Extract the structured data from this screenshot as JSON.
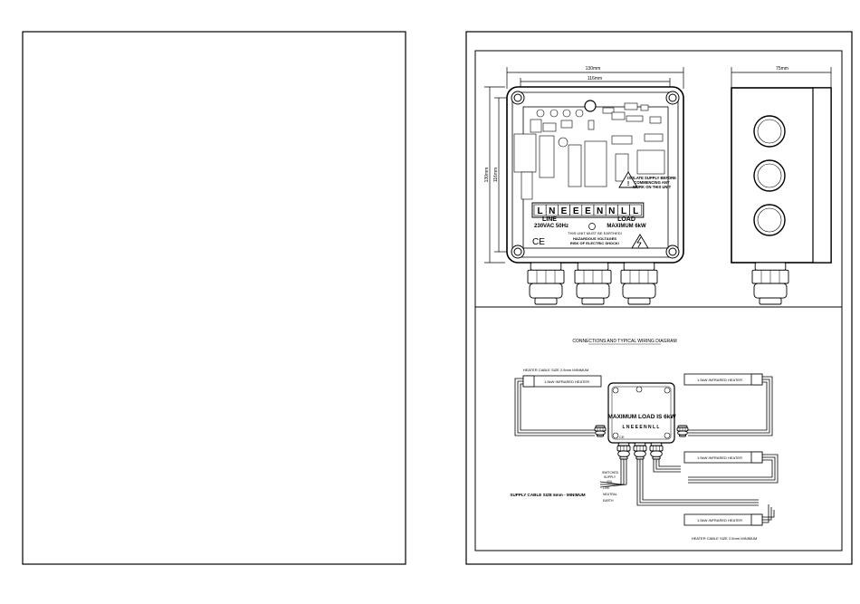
{
  "dimensions": {
    "overall_width": "130mm",
    "inner_width": "116mm",
    "overall_height": "130mm",
    "inner_height": "116mm",
    "depth": "75mm"
  },
  "board": {
    "terminals": [
      "L",
      "N",
      "E",
      "E",
      "E",
      "N",
      "N",
      "L",
      "L"
    ],
    "line_label": "LINE",
    "line_rating": "230VAC 50Hz",
    "load_label": "LOAD",
    "load_rating": "MAXIMUM 6kW",
    "warning_isolate": [
      "ISOLATE SUPPLY BEFORE",
      "COMMENCING ANY",
      "WORK ON THIS UNIT"
    ],
    "earth_notice": "THIS UNIT MUST BE EARTHED!",
    "hazard_notice": [
      "HAZARDOUS VOLTAGES",
      "RISK OF ELECTRIC SHOCK!"
    ],
    "ce_mark": "CE"
  },
  "wiring": {
    "title": "CONNECTIONS AND TYPICAL WIRING DIAGRAM",
    "max_load": "MAXIMUM LOAD IS 6kW",
    "heater_cable_top": "HEATER CABLE SIZE 2.5mm MINIMUM",
    "heater_cable_bottom": "HEATER CABLE SIZE 2.5mm MINIMUM",
    "heater_left": "1.5kW INFRARED HEATER",
    "heater_right_top": "1.5kW INFRARED HEATER",
    "heater_right_mid": "1.5kW INFRARED HEATER",
    "heater_right_bottom": "1.5kW INFRARED HEATER",
    "supply_cable": "SUPPLY CABLE SIZE 6mm - MINIMUM",
    "supply_labels": [
      "SWITCHED",
      "SUPPLY",
      "40A",
      "LIVE",
      "NEUTRAL",
      "EARTH"
    ],
    "mini_terminals": "L N E E E N N L L"
  }
}
